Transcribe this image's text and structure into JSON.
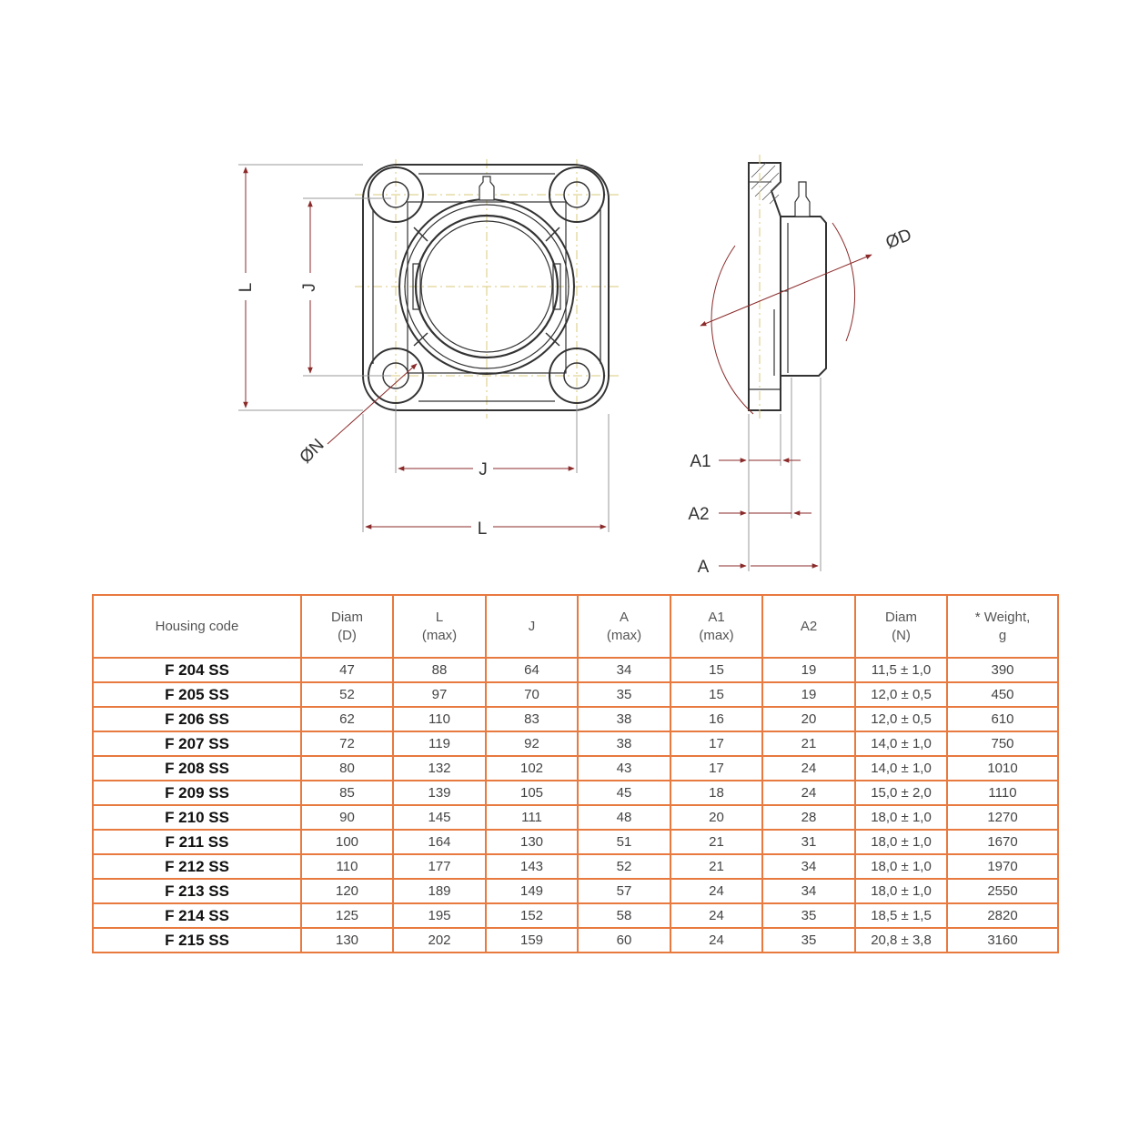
{
  "drawing_labels": {
    "front_height": "L",
    "front_hole_spacing_v": "J",
    "front_hole_spacing_h": "J",
    "front_width": "L",
    "hole_diameter": "ØN",
    "bore_diameter": "ØD",
    "side_a1": "A1",
    "side_a2": "A2",
    "side_a": "A"
  },
  "table": {
    "headers": [
      {
        "line1": "Housing code",
        "line2": ""
      },
      {
        "line1": "Diam",
        "line2": "(D)"
      },
      {
        "line1": "L",
        "line2": "(max)"
      },
      {
        "line1": "J",
        "line2": ""
      },
      {
        "line1": "A",
        "line2": "(max)"
      },
      {
        "line1": "A1",
        "line2": "(max)"
      },
      {
        "line1": "A2",
        "line2": ""
      },
      {
        "line1": "Diam",
        "line2": "(N)"
      },
      {
        "line1": "* Weight,",
        "line2": "g"
      }
    ],
    "rows": [
      [
        "F 204 SS",
        "47",
        "88",
        "64",
        "34",
        "15",
        "19",
        "11,5 ± 1,0",
        "390"
      ],
      [
        "F 205 SS",
        "52",
        "97",
        "70",
        "35",
        "15",
        "19",
        "12,0 ± 0,5",
        "450"
      ],
      [
        "F 206 SS",
        "62",
        "110",
        "83",
        "38",
        "16",
        "20",
        "12,0 ± 0,5",
        "610"
      ],
      [
        "F 207 SS",
        "72",
        "119",
        "92",
        "38",
        "17",
        "21",
        "14,0 ± 1,0",
        "750"
      ],
      [
        "F 208 SS",
        "80",
        "132",
        "102",
        "43",
        "17",
        "24",
        "14,0 ± 1,0",
        "1010"
      ],
      [
        "F 209 SS",
        "85",
        "139",
        "105",
        "45",
        "18",
        "24",
        "15,0 ± 2,0",
        "1110"
      ],
      [
        "F 210 SS",
        "90",
        "145",
        "111",
        "48",
        "20",
        "28",
        "18,0 ± 1,0",
        "1270"
      ],
      [
        "F 211 SS",
        "100",
        "164",
        "130",
        "51",
        "21",
        "31",
        "18,0 ± 1,0",
        "1670"
      ],
      [
        "F 212 SS",
        "110",
        "177",
        "143",
        "52",
        "21",
        "34",
        "18,0 ± 1,0",
        "1970"
      ],
      [
        "F 213 SS",
        "120",
        "189",
        "149",
        "57",
        "24",
        "34",
        "18,0 ± 1,0",
        "2550"
      ],
      [
        "F 214 SS",
        "125",
        "195",
        "152",
        "58",
        "24",
        "35",
        "18,5 ± 1,5",
        "2820"
      ],
      [
        "F 215 SS",
        "130",
        "202",
        "159",
        "60",
        "24",
        "35",
        "20,8 ± 3,8",
        "3160"
      ]
    ]
  }
}
